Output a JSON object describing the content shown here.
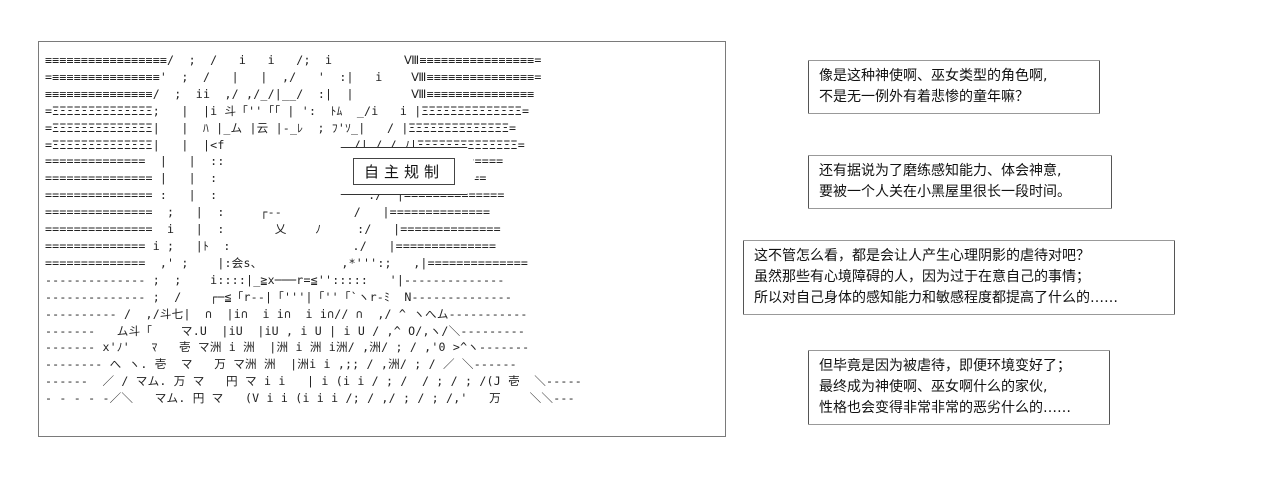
{
  "art": {
    "lines": [
      "≡≡≡≡≡≡≡≡≡≡≡≡≡≡≡≡≡/  ;  /   i   i   /;  i          Ⅷ≡≡≡≡≡≡≡≡≡≡≡≡≡≡≡≡=",
      "=≡≡≡≡≡≡≡≡≡≡≡≡≡≡≡'  ;  /   |   |  ,/   '  :|   i    Ⅷ≡≡≡≡≡≡≡≡≡≡≡≡≡≡≡=",
      "≡≡≡≡≡≡≡≡≡≡≡≡≡≡≡/  ;  ii  ,/ ,/_/|__/  :|  |        Ⅷ≡≡≡≡≡≡≡≡≡≡≡≡≡≡≡",
      "=ΞΞΞΞΞΞΞΞΞΞΞΞΞΞ;   |  |i 斗「''「「 | ':  ﾄﾑ  _/i   i |ΞΞΞΞΞΞΞΞΞΞΞΞΞΞ=",
      "=ΞΞΞΞΞΞΞΞΞΞΞΞΞΞ|   |  ﾊ |_ム |云 |-_ﾚ  ; ﾌ'ｿ_|   / |ΞΞΞΞΞΞΞΞΞΞΞΞΞΞ=",
      "=ΞΞΞΞΞΞΞΞΞΞΞΞΞΞ|   |  |<f                 _/| / / ﾉ|ΞΞΞΞΞΞΞΞΞΞΞΞΞΞ=",
      "==============  |   |  ::                 ﾉ/ /,/ |==============",
      "=============== |   |  :                  ,ﾚﾚﾘ |==============",
      "=============== :   |  :                     :/  |==============",
      "===============  ;   |  :     ┌-‐          /   |==============",
      "===============  i   |  :       乂    ﾉ     :/   |==============",
      "============== i ;   |ﾄ  :                 ./   |==============",
      "==============  ,' ;    |:会s、           ,*''':;   ,|==============",
      "-------------- ;  ;    i::::|_≧x───r=≦'':::::   '|--------------",
      "-------------- ;  /    ┌─≦「r--|「'''|「''「`ヽr-ﾐ  N--------------",
      "---------- /  ,/斗七|  ∩  |i∩  i i∩  i i∩// ∩  ,/ ^ ヽへム-----------",
      "-------   ム斗「    マ.U  |iU  |iU , i U | i U / ,^ O/,ヽ/＼---------",
      "------- x'ﾉ'   ﾏ   壱 マ洲 i 洲  |洲 i 洲 i洲/ ,洲/ ; / ,'0 >^ヽ-------",
      "-------- へ ヽ. 壱  マ   万 マ洲 洲  |洲i i ,;; / ,洲/ ; / ／ ＼------",
      "------  ／ / マム. 万 マ   円 マ i i   | i (i i / ; /  / ; / ; /(J 壱  ＼-----",
      "- - - - -／＼   マム. 円 マ   (V i i (i i i /; / ,/ ; / ; /,'   万    ＼＼---"
    ],
    "bubble_text": "自主规制"
  },
  "captions": [
    {
      "lines": [
        "像是这种神使啊、巫女类型的角色啊,",
        "不是无一例外有着悲惨的童年嘛？"
      ]
    },
    {
      "lines": [
        "还有据说为了磨练感知能力、体会神意,",
        "要被一个人关在小黑屋里很长一段时间。"
      ]
    },
    {
      "lines": [
        "这不管怎么看，都是会让人产生心理阴影的虐待对吧？",
        "虽然那些有心境障碍的人，因为过于在意自己的事情；",
        "所以对自己身体的感知能力和敏感程度都提高了什么的……"
      ]
    },
    {
      "lines": [
        "但毕竟是因为被虐待，即便环境变好了；",
        "最终成为神使啊、巫女啊什么的家伙,",
        "性格也会变得非常非常的恶劣什么的……"
      ]
    }
  ]
}
